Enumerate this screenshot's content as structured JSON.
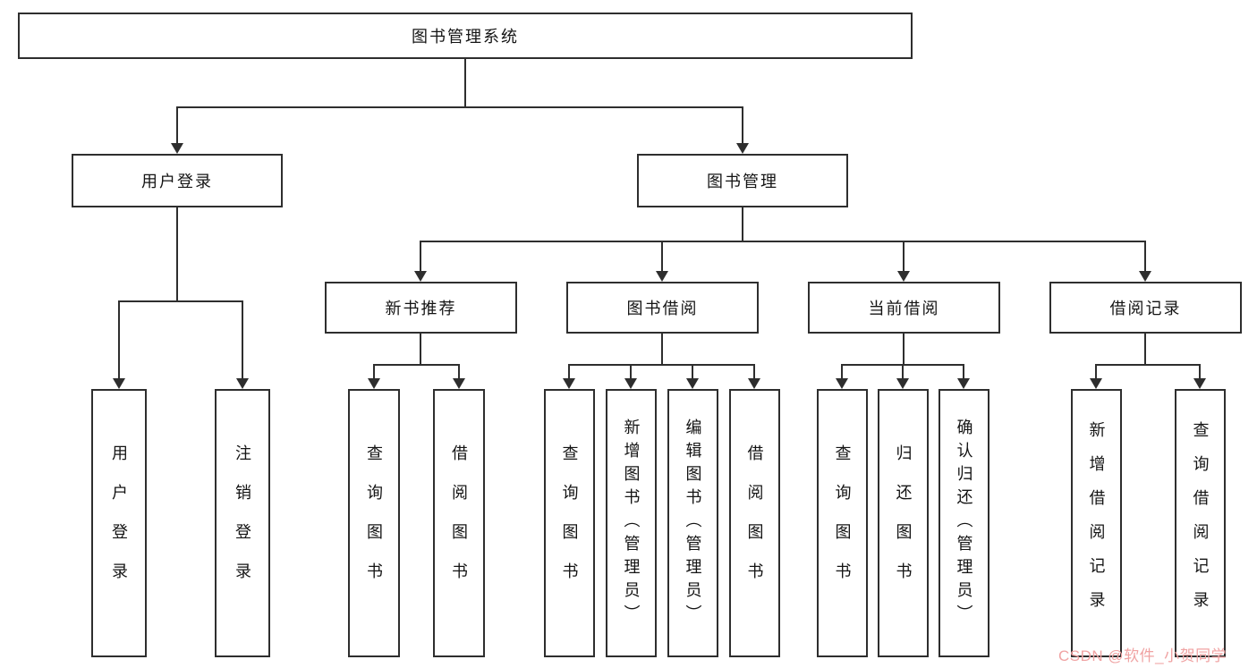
{
  "colors": {
    "background": "#ffffff",
    "border": "#2e2e2e",
    "text": "#141414",
    "watermark": "#f0a3a3"
  },
  "nodes": {
    "root": "图书管理系统",
    "level2": [
      "用户登录",
      "图书管理"
    ],
    "level3": [
      "新书推荐",
      "图书借阅",
      "当前借阅",
      "借阅记录"
    ],
    "leaves_user": [
      "用户登录",
      "注销登录"
    ],
    "leaves_newbook": [
      "查询图书",
      "借阅图书"
    ],
    "leaves_borrow": [
      "查询图书",
      "新增图书（管理员）",
      "编辑图书（管理员）",
      "借阅图书"
    ],
    "leaves_current": [
      "查询图书",
      "归还图书",
      "确认归还（管理员）"
    ],
    "leaves_records": [
      "新增借阅记录",
      "查询借阅记录"
    ]
  },
  "watermark": {
    "text": "CSDN @软件_小贺同学"
  }
}
